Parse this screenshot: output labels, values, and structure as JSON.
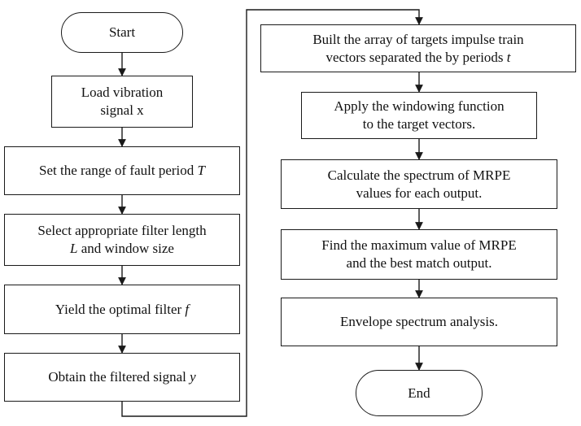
{
  "flowchart": {
    "start": "Start",
    "end": "End",
    "left_column": {
      "load": {
        "line1": "Load vibration",
        "line2": "signal x"
      },
      "range": {
        "text": "Set the range of fault period ",
        "var": "T"
      },
      "select": {
        "line1": "Select appropriate filter length",
        "var": "L",
        "line2_rest": " and window size"
      },
      "yield": {
        "text": "Yield the optimal filter ",
        "var": "f"
      },
      "obtain": {
        "text": "Obtain the filtered signal ",
        "var": "y"
      }
    },
    "right_column": {
      "build": {
        "line1": "Built the array of targets impulse train",
        "line2": "vectors separated the by periods ",
        "var": "t"
      },
      "apply": {
        "line1": "Apply the windowing function",
        "line2": "to the target vectors."
      },
      "calculate": {
        "line1": "Calculate the spectrum of MRPE",
        "line2": "values for each output."
      },
      "find": {
        "line1": "Find the maximum value of MRPE",
        "line2": "and the best match output."
      },
      "envelope": {
        "text": "Envelope spectrum analysis."
      }
    }
  }
}
